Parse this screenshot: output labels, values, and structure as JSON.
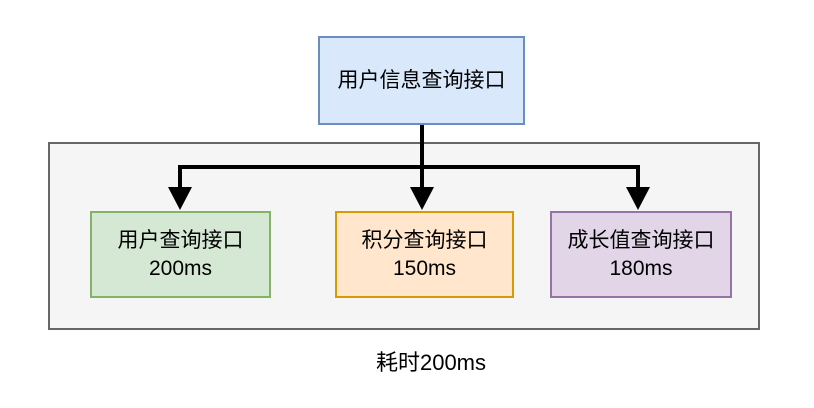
{
  "diagram": {
    "root": {
      "label": "用户信息查询接口",
      "fill": "#dae8fc",
      "stroke": "#6c8ebf"
    },
    "container": {
      "fill": "#f5f5f5",
      "stroke": "#666666",
      "children": [
        {
          "label": "用户查询接口",
          "time": "200ms",
          "fill": "#d5e8d4",
          "stroke": "#82b366"
        },
        {
          "label": "积分查询接口",
          "time": "150ms",
          "fill": "#ffe6cc",
          "stroke": "#d79b00"
        },
        {
          "label": "成长值查询接口",
          "time": "180ms",
          "fill": "#e1d5e7",
          "stroke": "#9673a6"
        }
      ]
    },
    "caption": "耗时200ms",
    "arrow_color": "#000000"
  }
}
